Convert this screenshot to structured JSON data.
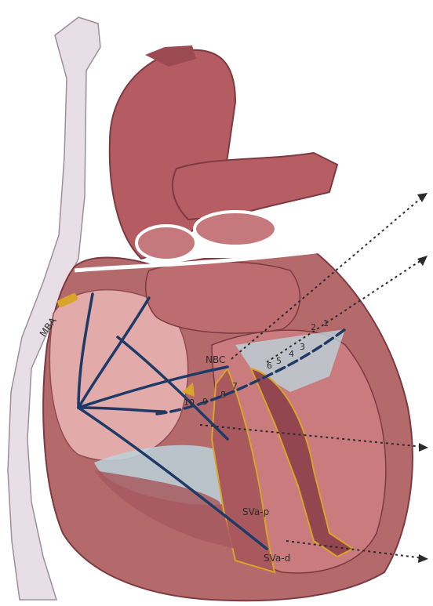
{
  "labels": {
    "mba": "MBA",
    "nbc": "NBC",
    "sva_p": "SVa-p",
    "sva_d": "SVa-d"
  },
  "numbers": [
    "10",
    "9",
    "8",
    "7",
    "6",
    "5",
    "4",
    "3",
    "2",
    "1"
  ],
  "colors": {
    "myocardium": "#b5666a",
    "myocardium_dark": "#8f3f46",
    "chamber": "#f3c9c6",
    "vein": "#ece3ea",
    "pathway": "#1e3a66",
    "highlight": "#d9a42a",
    "septum_blue": "#bcd3db",
    "arrow": "#2b2b2b"
  }
}
